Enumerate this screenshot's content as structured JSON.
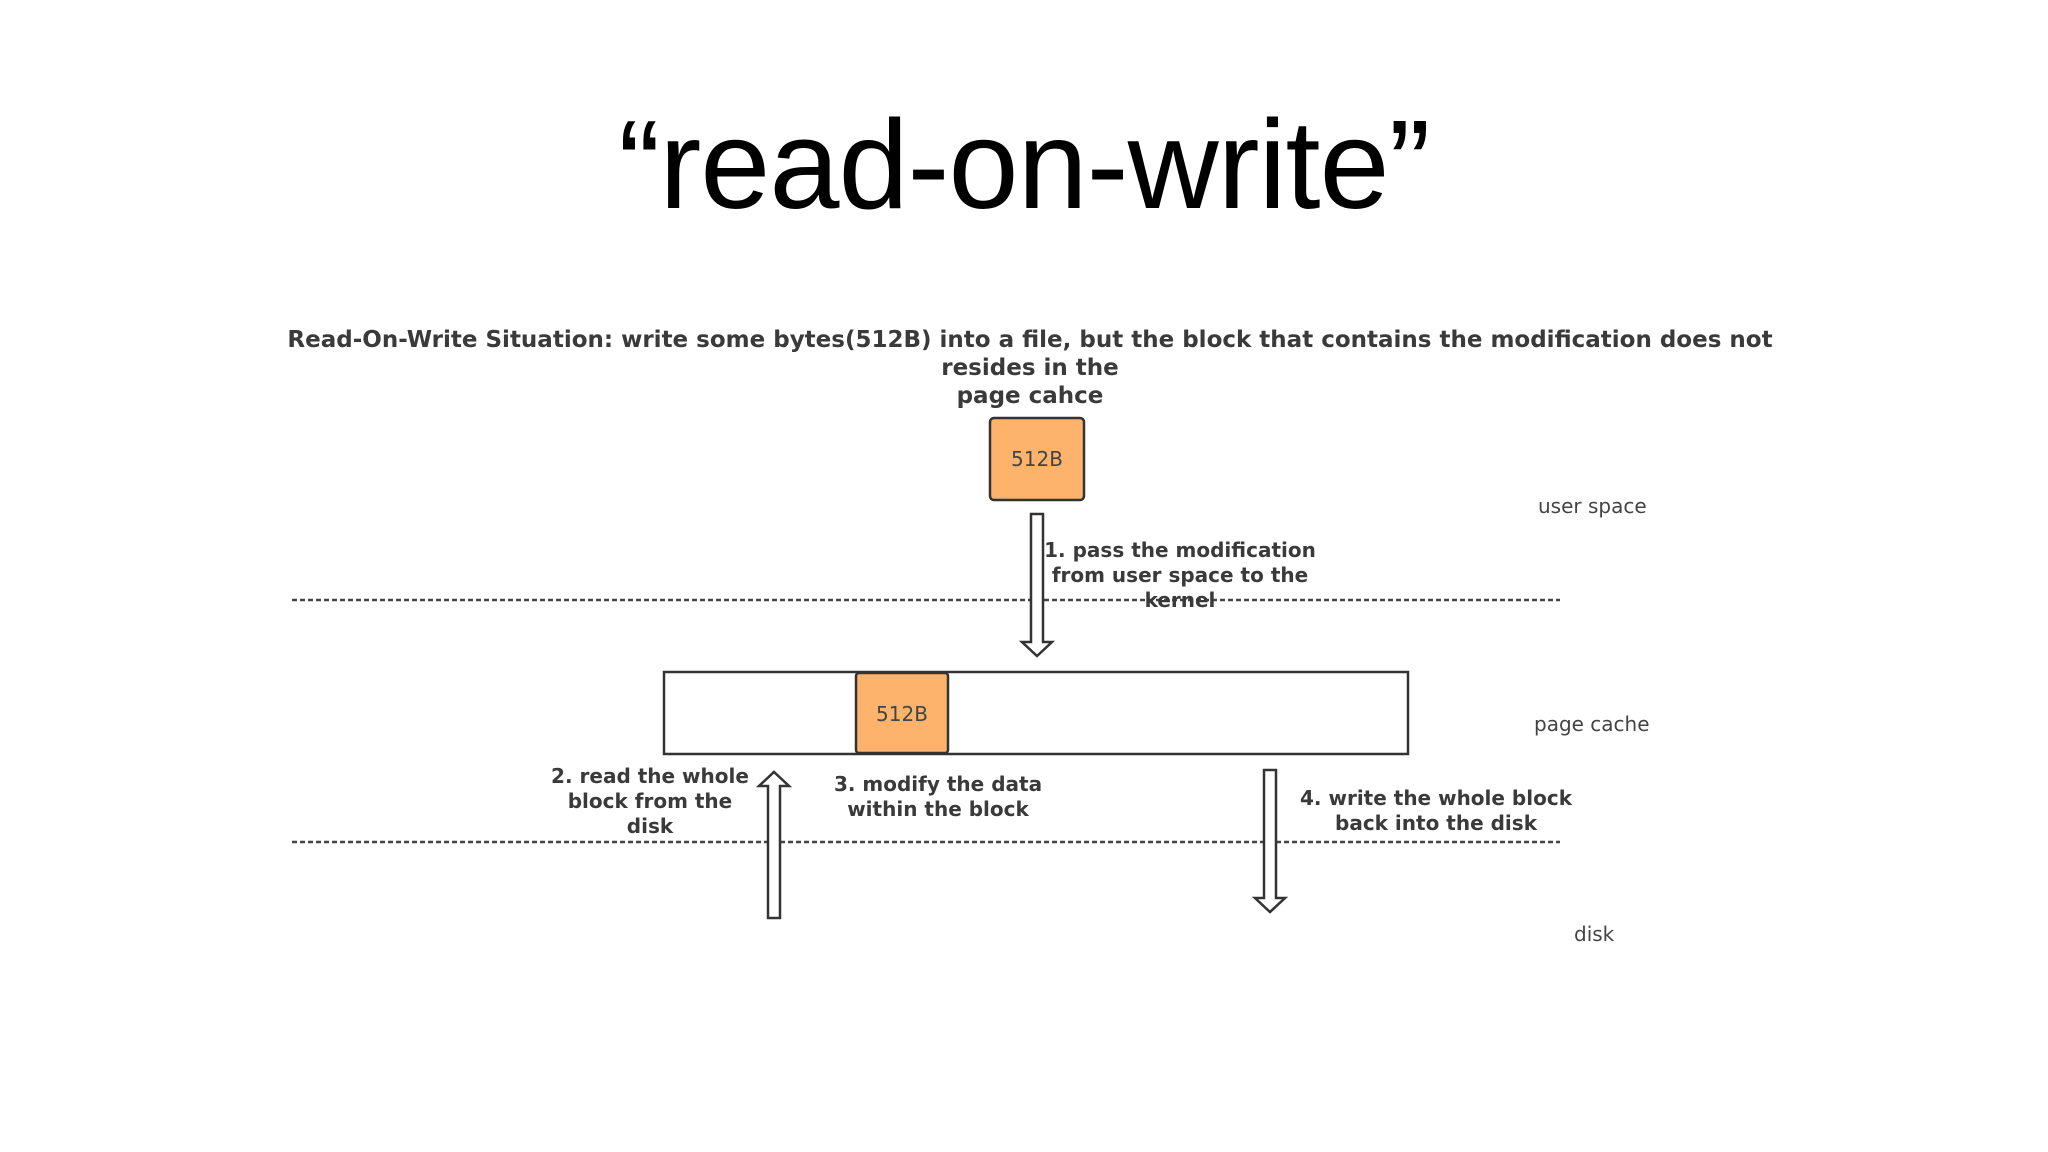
{
  "slide": {
    "title": "“read-on-write”"
  },
  "diagram": {
    "title_lines": [
      "Read-On-Write Situation: write some bytes(512B) into a file, but the block that contains the modification does not resides in the",
      "page cahce"
    ],
    "user_block_label": "512B",
    "cache_block_label": "512B",
    "regions": {
      "user_space": "user space",
      "page_cache": "page cache",
      "disk": "disk"
    },
    "steps": {
      "step1": [
        "1. pass the modification",
        "from user space to the",
        "kernel"
      ],
      "step2": [
        "2. read the whole",
        "block from the",
        "disk"
      ],
      "step3": [
        "3. modify the data",
        "within the block"
      ],
      "step4": [
        "4. write the whole block",
        "back into the disk"
      ]
    },
    "colors": {
      "block_fill": "#fdb36b",
      "outline": "#333333",
      "dashed": "#444444"
    }
  }
}
